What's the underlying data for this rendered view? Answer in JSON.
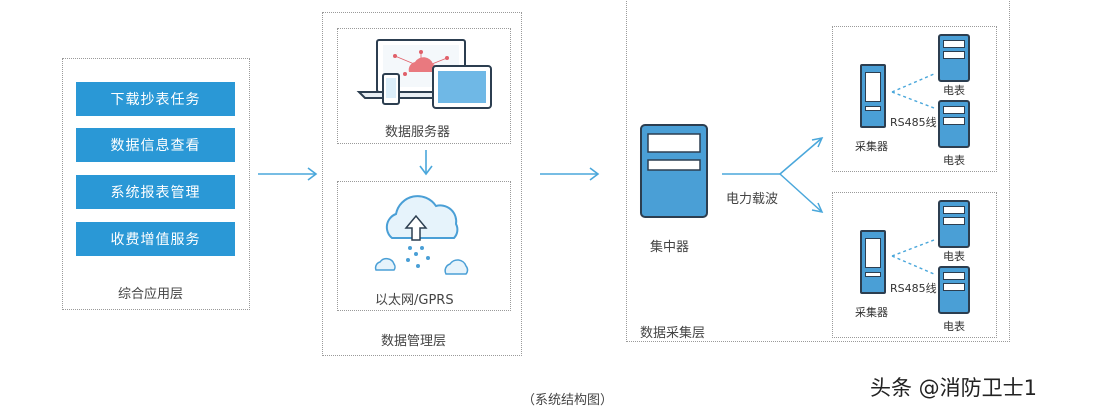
{
  "app_layer": {
    "buttons": [
      "下载抄表任务",
      "数据信息查看",
      "系统报表管理",
      "收费增值服务"
    ],
    "title": "综合应用层"
  },
  "mgmt_layer": {
    "server_label": "数据服务器",
    "network_label": "以太网/GPRS",
    "title": "数据管理层"
  },
  "collect_layer": {
    "concentrator_label": "集中器",
    "carrier_label": "电力载波",
    "title": "数据采集层",
    "groups": [
      {
        "collector_label": "采集器",
        "line_label": "RS485线",
        "meter_labels": [
          "电表",
          "电表"
        ]
      },
      {
        "collector_label": "采集器",
        "line_label": "RS485线",
        "meter_labels": [
          "电表",
          "电表"
        ]
      }
    ]
  },
  "caption": "（系统结构图）",
  "watermark": "头条 @消防卫士1",
  "colors": {
    "accent": "#2a98d6",
    "arrow": "#4aa7db",
    "outline": "#2c3e50"
  }
}
